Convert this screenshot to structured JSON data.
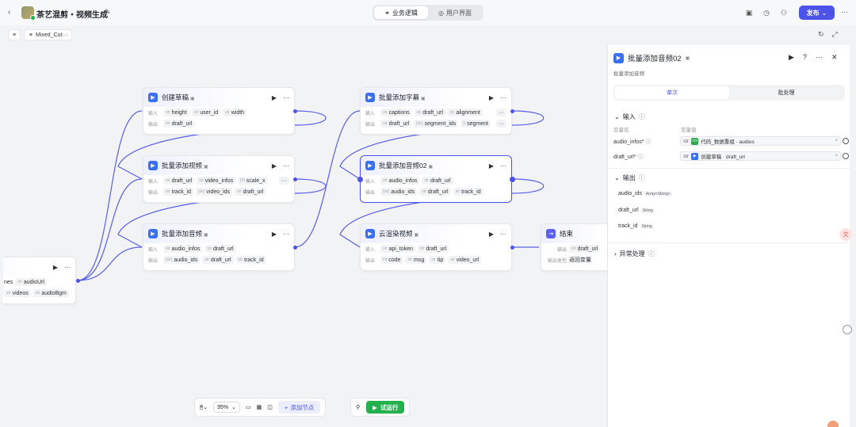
{
  "header": {
    "back": "‹",
    "title": "茶艺混剪・视频生成",
    "tabs": [
      "业务逻辑",
      "用户界面"
    ],
    "publish": "发布"
  },
  "canvas": {
    "workflow_name": "Mixed_Cut···"
  },
  "nodes": {
    "partial": {
      "in_a": "nes",
      "in_b": "audioUrl",
      "out_a": "videos",
      "out_b": "audioBgm"
    },
    "create_draft": {
      "title": "创建草稿",
      "in_label": "输入",
      "out_label": "输出",
      "inputs": [
        "height",
        "user_id",
        "width"
      ],
      "outputs": [
        "draft_url"
      ]
    },
    "add_video": {
      "title": "批量添加视频",
      "in_label": "输入",
      "out_label": "输出",
      "inputs": [
        "draft_url",
        "video_infos",
        "scale_x"
      ],
      "outputs": [
        "track_id",
        "video_ids",
        "draft_url"
      ]
    },
    "add_audio": {
      "title": "批量添加音频",
      "in_label": "输入",
      "out_label": "输出",
      "inputs": [
        "audio_infos",
        "draft_url"
      ],
      "outputs": [
        "audio_ids",
        "draft_url",
        "track_id"
      ]
    },
    "add_captions": {
      "title": "批量添加字幕",
      "in_label": "输入",
      "out_label": "输出",
      "inputs": [
        "captions",
        "draft_url",
        "alignment"
      ],
      "outputs": [
        "draft_url",
        "segment_ids",
        "segment"
      ]
    },
    "add_audio02": {
      "title": "批量添加音频02",
      "in_label": "输入",
      "out_label": "输出",
      "inputs": [
        "audio_infos",
        "draft_url"
      ],
      "outputs": [
        "audio_ids",
        "draft_url",
        "track_id"
      ]
    },
    "cloud_render": {
      "title": "云渲染视频",
      "in_label": "输入",
      "out_label": "输出",
      "inputs": [
        "api_token",
        "draft_url"
      ],
      "outputs": [
        "code",
        "msg",
        "tip",
        "video_url"
      ]
    },
    "end": {
      "title": "结束",
      "in_label": "输出",
      "in_value": "draft_url",
      "out_label": "输出类型",
      "out_value": "返回变量"
    }
  },
  "toolbar": {
    "zoom": "95%",
    "add_node": "添加节点",
    "run": "试运行"
  },
  "panel": {
    "title": "批量添加音频02",
    "subtitle": "批量添加音频",
    "tabs": [
      "单次",
      "批处理"
    ],
    "input_section": "输入",
    "col_name": "变量名",
    "col_value": "变量值",
    "inputs": [
      {
        "name": "audio_infos*",
        "type": "str",
        "source": "代码_数据重组 · audios"
      },
      {
        "name": "draft_url*",
        "type": "str",
        "source": "创建草稿 · draft_url"
      }
    ],
    "output_section": "输出",
    "outputs": [
      {
        "name": "audio_ids",
        "type": "Array<String>"
      },
      {
        "name": "draft_url",
        "type": "String"
      },
      {
        "name": "track_id",
        "type": "String"
      }
    ],
    "exception_section": "异常处理"
  }
}
